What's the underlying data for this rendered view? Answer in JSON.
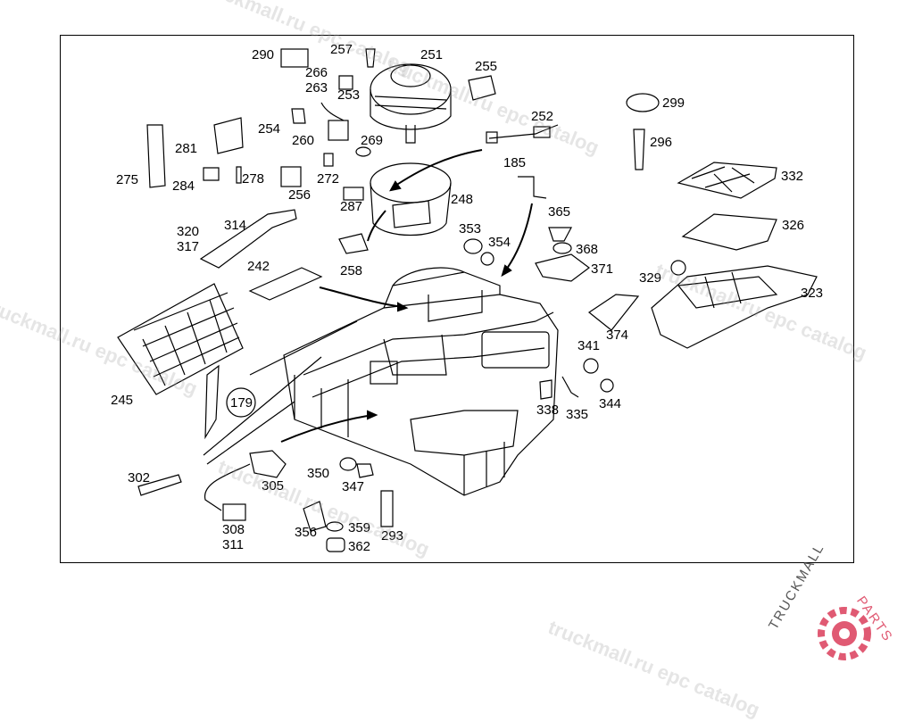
{
  "labels": [
    {
      "id": "290",
      "text": "290"
    },
    {
      "id": "257",
      "text": "257"
    },
    {
      "id": "251",
      "text": "251"
    },
    {
      "id": "266",
      "text": "266"
    },
    {
      "id": "263",
      "text": "263"
    },
    {
      "id": "253",
      "text": "253"
    },
    {
      "id": "255",
      "text": "255"
    },
    {
      "id": "299",
      "text": "299"
    },
    {
      "id": "252",
      "text": "252"
    },
    {
      "id": "254",
      "text": "254"
    },
    {
      "id": "281",
      "text": "281"
    },
    {
      "id": "260",
      "text": "260"
    },
    {
      "id": "269",
      "text": "269"
    },
    {
      "id": "185",
      "text": "185"
    },
    {
      "id": "296",
      "text": "296"
    },
    {
      "id": "275",
      "text": "275"
    },
    {
      "id": "284",
      "text": "284"
    },
    {
      "id": "278",
      "text": "278"
    },
    {
      "id": "272",
      "text": "272"
    },
    {
      "id": "256",
      "text": "256"
    },
    {
      "id": "248",
      "text": "248"
    },
    {
      "id": "287",
      "text": "287"
    },
    {
      "id": "332",
      "text": "332"
    },
    {
      "id": "365",
      "text": "365"
    },
    {
      "id": "320",
      "text": "320"
    },
    {
      "id": "317",
      "text": "317"
    },
    {
      "id": "314",
      "text": "314"
    },
    {
      "id": "353",
      "text": "353"
    },
    {
      "id": "354",
      "text": "354"
    },
    {
      "id": "326",
      "text": "326"
    },
    {
      "id": "368",
      "text": "368"
    },
    {
      "id": "242",
      "text": "242"
    },
    {
      "id": "258",
      "text": "258"
    },
    {
      "id": "371",
      "text": "371"
    },
    {
      "id": "329",
      "text": "329"
    },
    {
      "id": "323",
      "text": "323"
    },
    {
      "id": "374",
      "text": "374"
    },
    {
      "id": "341",
      "text": "341"
    },
    {
      "id": "245",
      "text": "245"
    },
    {
      "id": "179",
      "text": "179"
    },
    {
      "id": "338",
      "text": "338"
    },
    {
      "id": "335",
      "text": "335"
    },
    {
      "id": "344",
      "text": "344"
    },
    {
      "id": "350",
      "text": "350"
    },
    {
      "id": "302",
      "text": "302"
    },
    {
      "id": "305",
      "text": "305"
    },
    {
      "id": "347",
      "text": "347"
    },
    {
      "id": "308",
      "text": "308"
    },
    {
      "id": "311",
      "text": "311"
    },
    {
      "id": "356",
      "text": "356"
    },
    {
      "id": "359",
      "text": "359"
    },
    {
      "id": "293",
      "text": "293"
    },
    {
      "id": "362",
      "text": "362"
    }
  ],
  "watermark": {
    "lines": [
      "truckmall.ru epc catalog",
      "truckmall.ru epc catalog",
      "truckmall.ru epc catalog",
      "truckmall.ru epc catalog",
      "truckmall.ru epc catalog",
      "truckmall.ru epc catalog"
    ]
  },
  "logo": {
    "part1": "TRUCKMALL",
    "part2": "PARTS",
    "colors": {
      "dark": "#555555",
      "accent": "#e05a73"
    }
  }
}
